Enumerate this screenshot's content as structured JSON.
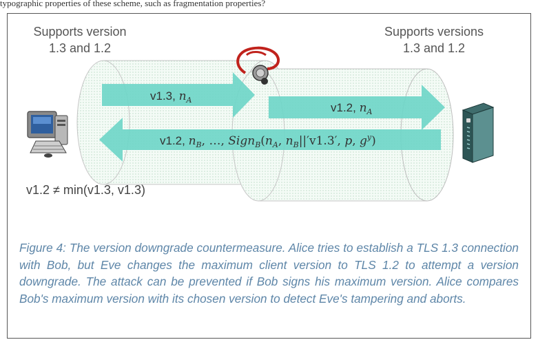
{
  "top_text": "typographic properties of these scheme, such as fragmentation properties?",
  "labels": {
    "client_versions_line1": "Supports version",
    "client_versions_line2": "1.3 and 1.2",
    "server_versions_line1": "Supports versions",
    "server_versions_line2": "1.3 and 1.2",
    "inequality": "v1.2 ≠ min(v1.3, v1.3)"
  },
  "arrows": {
    "client_hello": "v1.3, n_A",
    "client_hello_modified": "v1.2, n_A",
    "server_reply": "v1.2, n_B, ..., Sign_B(n_A, n_B||'v1.3', p, g^y)"
  },
  "caption": "Figure 4: The version downgrade countermeasure. Alice tries to establish a TLS 1.3 connection with Bob, but Eve changes the maximum client version to TLS 1.2 to attempt a version downgrade. The attack can be prevented if Bob signs his maximum version. Alice compares Bob's maximum version with its chosen version to detect Eve's tampering and aborts.",
  "icons": [
    "computer-icon",
    "stethoscope-icon",
    "server-icon"
  ],
  "colors": {
    "arrow": "#6fd6c8",
    "caption": "#5e86a8",
    "stethoscope": "#c0221c"
  }
}
